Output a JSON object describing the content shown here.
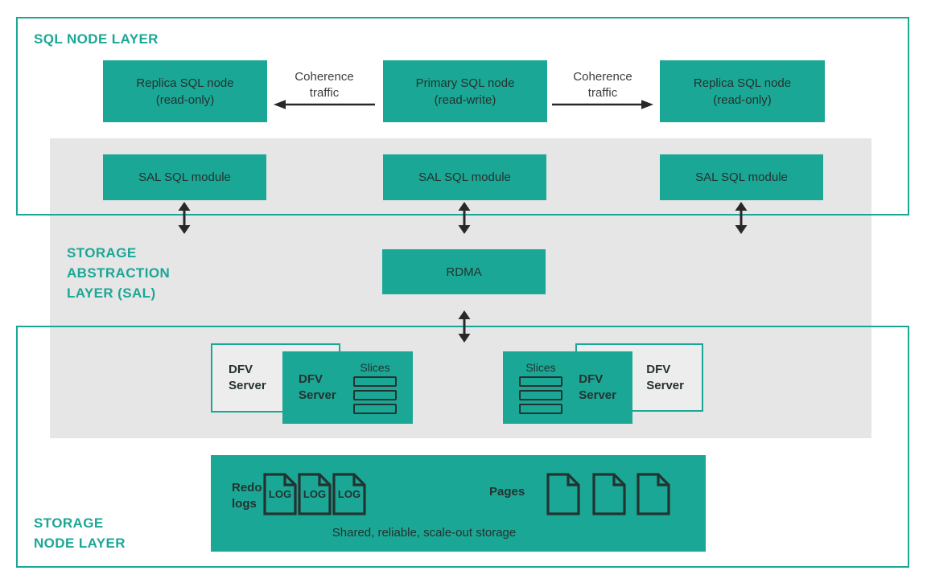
{
  "colors": {
    "teal": "#1BA795",
    "gray_band": "#E6E6E6",
    "box_light": "#EDEDED",
    "dark": "#243230",
    "arrow": "#282828",
    "coherence": "#3D3D3D",
    "background": "#FFFFFF"
  },
  "sql_layer": {
    "title": "SQL NODE LAYER"
  },
  "sal_layer": {
    "line1": "STORAGE",
    "line2": "ABSTRACTION",
    "line3": "LAYER (SAL)"
  },
  "storage_layer": {
    "line1": "STORAGE",
    "line2": "NODE LAYER"
  },
  "nodes": {
    "replica_left": {
      "line1": "Replica SQL node",
      "line2": "(read-only)"
    },
    "primary": {
      "line1": "Primary SQL node",
      "line2": "(read-write)"
    },
    "replica_right": {
      "line1": "Replica SQL node",
      "line2": "(read-only)"
    }
  },
  "coherence_left": {
    "line1": "Coherence",
    "line2": "traffic"
  },
  "coherence_right": {
    "line1": "Coherence",
    "line2": "traffic"
  },
  "sal_modules": {
    "left": "SAL SQL module",
    "center": "SAL SQL module",
    "right": "SAL SQL module"
  },
  "rdma": {
    "label": "RDMA"
  },
  "dfv_left": {
    "outlined_line1": "DFV",
    "outlined_line2": "Server",
    "teal_line1": "DFV",
    "teal_line2": "Server",
    "slices": "Slices"
  },
  "dfv_right": {
    "outlined_line1": "DFV",
    "outlined_line2": "Server",
    "teal_line1": "DFV",
    "teal_line2": "Server",
    "slices": "Slices"
  },
  "storage_box": {
    "redo_line1": "Redo",
    "redo_line2": "logs",
    "log1": "LOG",
    "log2": "LOG",
    "log3": "LOG",
    "pages": "Pages",
    "caption": "Shared, reliable, scale-out storage"
  }
}
